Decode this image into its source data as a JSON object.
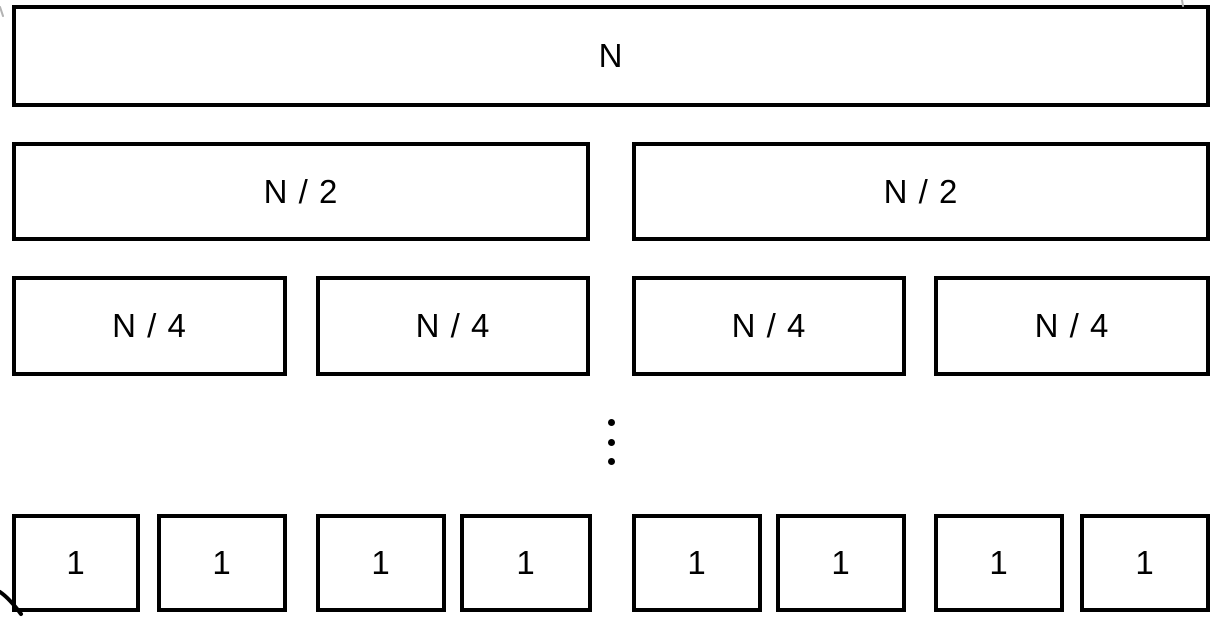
{
  "diagram": {
    "background_color": "#ffffff",
    "box_border_color": "#000000",
    "box_fill_color": "#ffffff",
    "text_color": "#000000",
    "ellipsis_symbol": "⋮",
    "levels": [
      {
        "name": "level-0",
        "boxes": [
          {
            "label": "N"
          }
        ]
      },
      {
        "name": "level-1",
        "boxes": [
          {
            "label": "N / 2"
          },
          {
            "label": "N / 2"
          }
        ]
      },
      {
        "name": "level-2",
        "boxes": [
          {
            "label": "N / 4"
          },
          {
            "label": "N / 4"
          },
          {
            "label": "N / 4"
          },
          {
            "label": "N / 4"
          }
        ]
      },
      {
        "name": "level-base",
        "boxes": [
          {
            "label": "1"
          },
          {
            "label": "1"
          },
          {
            "label": "1"
          },
          {
            "label": "1"
          },
          {
            "label": "1"
          },
          {
            "label": "1"
          },
          {
            "label": "1"
          },
          {
            "label": "1"
          }
        ]
      }
    ]
  }
}
